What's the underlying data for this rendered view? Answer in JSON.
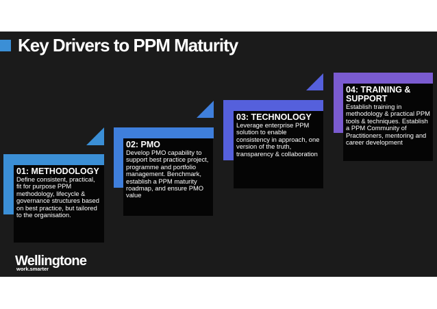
{
  "slide": {
    "title": "Key Drivers to PPM Maturity",
    "accent_color": "#3b8fd6"
  },
  "steps": [
    {
      "heading": "01: METHODOLOGY",
      "body": "Define consistent, practical, fit for purpose PPM methodology, lifecycle & governance structures based on best practice, but tailored to the organisation.",
      "color": "#3b8fd6"
    },
    {
      "heading": "02: PMO",
      "body": "Develop PMO capability to support best practice project, programme and portfolio management.  Benchmark, establish a PPM maturity roadmap, and ensure PMO value",
      "color": "#3f7fdc"
    },
    {
      "heading": "03: TECHNOLOGY",
      "body": "Leverage enterprise PPM solution to enable consistency in approach, one version of the truth, transparency & collaboration",
      "color": "#5560dc"
    },
    {
      "heading": "04: TRAINING & SUPPORT",
      "body": "Establish training in methodology & practical PPM tools & techniques. Establish a PPM Community of Practitioners, mentoring and career development",
      "color": "#7a5bd0"
    }
  ],
  "logo": {
    "name": "Wellingtone",
    "tagline": "work.smarter"
  }
}
